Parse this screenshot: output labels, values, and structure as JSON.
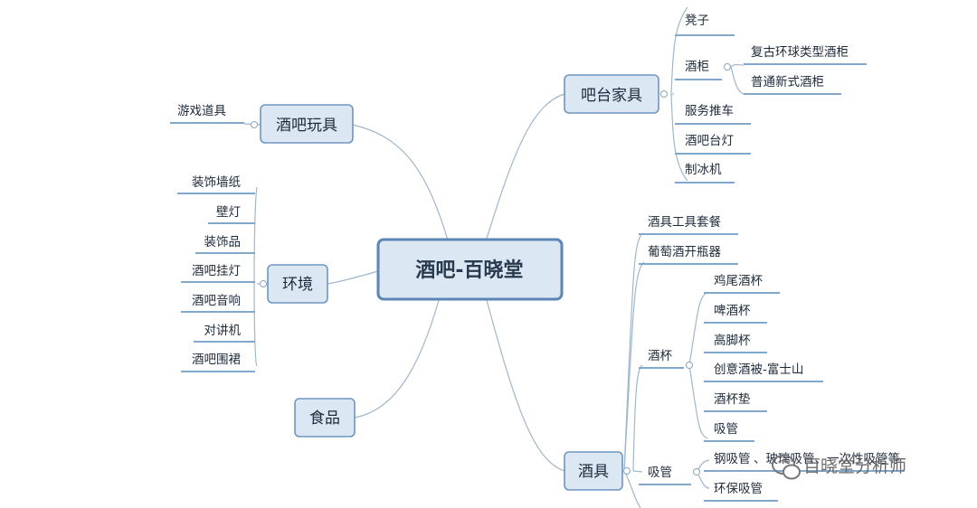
{
  "center": {
    "label": "酒吧-百晓堂"
  },
  "branches": {
    "toys": {
      "label": "酒吧玩具",
      "children": [
        "游戏道具"
      ]
    },
    "environment": {
      "label": "环境",
      "children": [
        "装饰墙纸",
        "壁灯",
        "装饰品",
        "酒吧挂灯",
        "酒吧音响",
        "对讲机",
        "酒吧围裙"
      ]
    },
    "food": {
      "label": "食品"
    },
    "bar_furniture": {
      "label": "吧台家具",
      "children": [
        "凳子",
        "酒柜",
        "服务推车",
        "酒吧台灯",
        "制冰机"
      ],
      "cabinet_children": [
        "复古环球类型酒柜",
        "普通新式酒柜"
      ]
    },
    "bar_tools": {
      "label": "酒具",
      "children": [
        "酒具工具套餐",
        "葡萄酒开瓶器",
        "酒杯",
        "吸管"
      ],
      "cups_children": [
        "鸡尾酒杯",
        "啤酒杯",
        "高脚杯",
        "创意酒被-富士山",
        "酒杯垫",
        "吸管"
      ],
      "straw_children": [
        "钢吸管",
        "环保吸管"
      ]
    }
  },
  "watermark": {
    "text": "百晓堂分析师",
    "overlap_text": "、玻璃吸管、一次性吸管等"
  }
}
